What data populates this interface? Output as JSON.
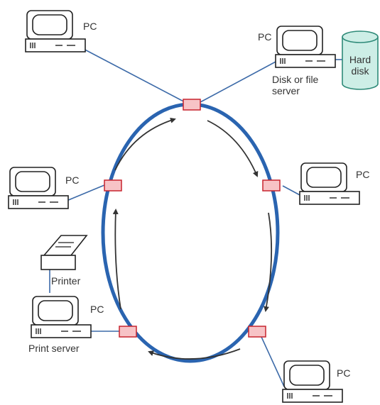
{
  "colors": {
    "ring": "#2a64b0",
    "link": "#3c6aa8",
    "node_fill": "#f7c3c6",
    "node_stroke": "#c7242e",
    "arrow": "#333333",
    "disk_fill": "#cdeee6",
    "disk_stroke": "#2e8a78",
    "equipment": "#222222"
  },
  "labels": {
    "pc_top_left": "PC",
    "pc_top_right": "PC",
    "file_server": "Disk or file\nserver",
    "hard_disk": "Hard\ndisk",
    "pc_left": "PC",
    "pc_right": "PC",
    "printer": "Printer",
    "pc_print": "PC",
    "print_server": "Print server",
    "pc_bottom_right": "PC"
  }
}
